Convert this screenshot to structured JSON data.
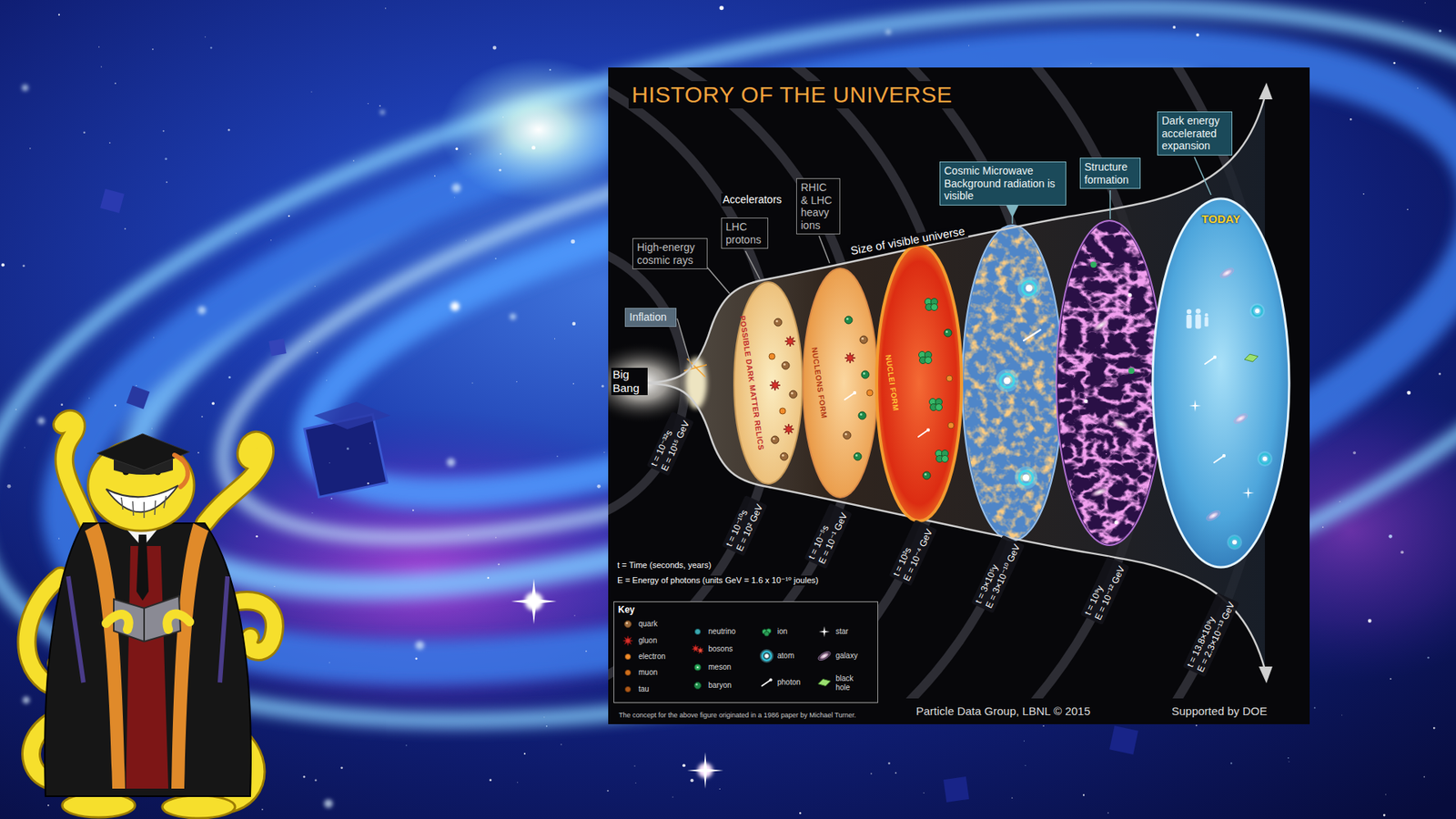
{
  "diagram": {
    "title": "HISTORY OF THE UNIVERSE",
    "nodes": [
      {
        "text": [
          "Inflation"
        ]
      },
      {
        "text": [
          "High-energy cosmic rays"
        ]
      },
      {
        "text": [
          "LHC protons"
        ]
      },
      {
        "text": [
          "RHIC & LHC heavy ions"
        ]
      },
      {
        "text": [
          "POSSIBLE DARK MATTER RELICS"
        ]
      },
      {
        "text": [
          "NUCLEONS FORM"
        ]
      },
      {
        "text": [
          "NUCLEI FORM"
        ]
      },
      {
        "text": [
          "Cosmic Microwave Background radiation is visible"
        ]
      },
      {
        "text": [
          "Structure formation"
        ]
      },
      {
        "text": [
          "Dark energy accelerated expansion"
        ]
      },
      {
        "text": [
          "TODAY"
        ]
      }
    ],
    "labels": [
      "Big Bang",
      "Accelerators",
      "Size of visible universe",
      "t = 10⁻³²s",
      "E = 10¹⁵ GeV",
      "t = 10⁻¹⁰s",
      "E = 10² GeV",
      "t = 10⁻⁵s",
      "E = 10⁻¹ GeV",
      "t = 10²s",
      "E = 10⁻⁴ GeV",
      "t = 3×10⁵y",
      "E = 3×10⁻¹⁰ GeV",
      "t = 10⁹y",
      "E = 10⁻¹² GeV",
      "t = 13.8×10⁹y",
      "E = 2.3×10⁻¹³ GeV",
      "t = Time (seconds, years)",
      "E = Energy of photons (units GeV = 1.6 x 10⁻¹⁰ joules)",
      "Key",
      "The concept for the above figure originated in a 1986 paper by Michael Turner.",
      "Particle Data Group, LBNL © 2015",
      "Supported by DOE"
    ],
    "legend": [
      {
        "text": "quark"
      },
      {
        "text": "gluon"
      },
      {
        "text": "electron"
      },
      {
        "text": "muon"
      },
      {
        "text": "tau"
      },
      {
        "text": "neutrino"
      },
      {
        "text": "bosons"
      },
      {
        "text": "meson"
      },
      {
        "text": "baryon"
      },
      {
        "text": "ion"
      },
      {
        "text": "atom"
      },
      {
        "text": "photon"
      },
      {
        "text": "star"
      },
      {
        "text": "galaxy"
      },
      {
        "text": "black hole"
      }
    ]
  }
}
